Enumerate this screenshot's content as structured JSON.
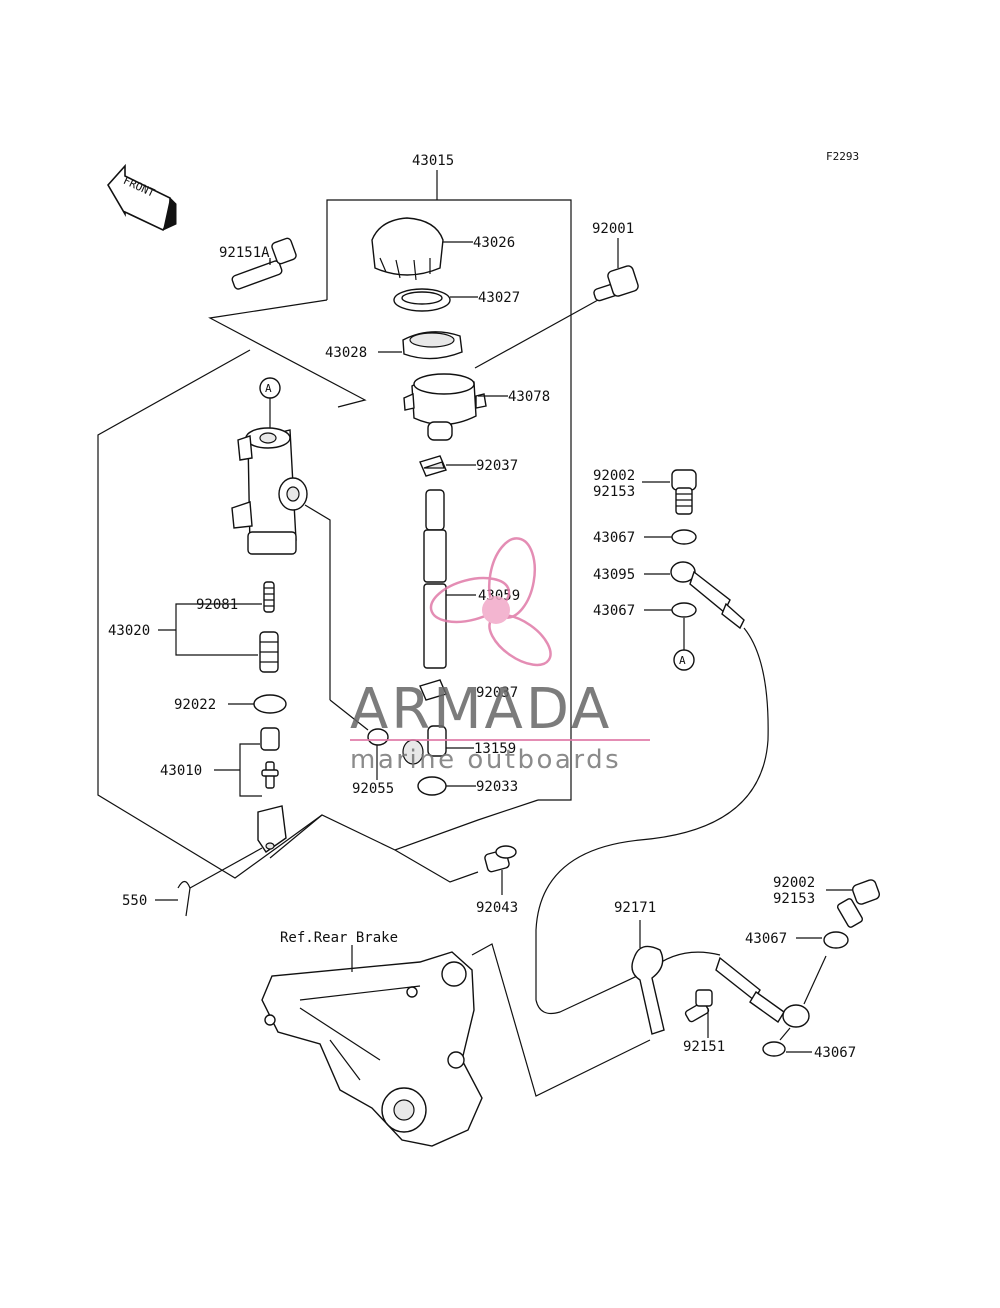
{
  "diagram_code": "F2293",
  "front_label": "FRONT",
  "ref_label": "Ref.Rear Brake",
  "circle_marker": "A",
  "watermark": {
    "brand": "ARMADA",
    "tagline": "marine outboards",
    "color": "#e07aa8"
  },
  "part_labels": {
    "p43015": "43015",
    "p92151A": "92151A",
    "p43026": "43026",
    "p43027": "43027",
    "p43028": "43028",
    "p43078": "43078",
    "p92001": "92001",
    "p92037a": "92037",
    "p92002a": "92002",
    "p92153a": "92153",
    "p43067a": "43067",
    "p43095": "43095",
    "p43067b": "43067",
    "p43059": "43059",
    "p92081": "92081",
    "p43020": "43020",
    "p92022": "92022",
    "p92037b": "92037",
    "p13159": "13159",
    "p43010": "43010",
    "p92055": "92055",
    "p92033": "92033",
    "p550": "550",
    "p92043": "92043",
    "p92171": "92171",
    "p92002b": "92002",
    "p92153b": "92153",
    "p43067c": "43067",
    "p92151": "92151",
    "p43067d": "43067"
  }
}
